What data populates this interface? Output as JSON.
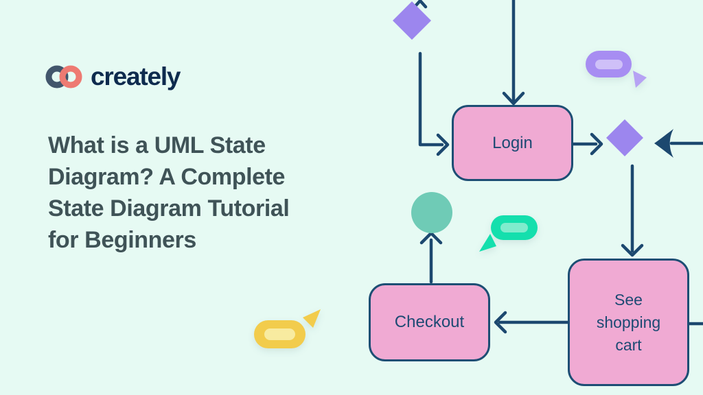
{
  "page": {
    "background": "#e6faf3"
  },
  "logo": {
    "brand": "creately",
    "text_color": "#0e2b4e",
    "ring_left_color": "#42566c",
    "ring_right_color": "#ee7a72"
  },
  "title": {
    "color": "#3f5357",
    "lines": [
      "What is a UML State",
      "Diagram? A Complete",
      "State Diagram Tutorial",
      "for Beginners"
    ]
  },
  "diagram": {
    "colors": {
      "node_fill": "#f0aad3",
      "node_border": "#1d4e74",
      "node_text": "#1d4a73",
      "connector": "#1c486f",
      "diamond_fill": "#9c86ee",
      "final_state_fill": "#6fcbb6",
      "bubble_purple": "#a78df2",
      "bubble_purple_inner": "#cfc0f8",
      "bubble_teal": "#14dfad",
      "bubble_teal_inner": "#7feccd",
      "bubble_yellow": "#f2cc4c",
      "bubble_yellow_inner": "#f8eba0"
    },
    "nodes": [
      {
        "id": "login",
        "label": "Login"
      },
      {
        "id": "checkout",
        "label": "Checkout"
      },
      {
        "id": "see-shopping-cart",
        "label": "See shopping cart"
      }
    ]
  }
}
